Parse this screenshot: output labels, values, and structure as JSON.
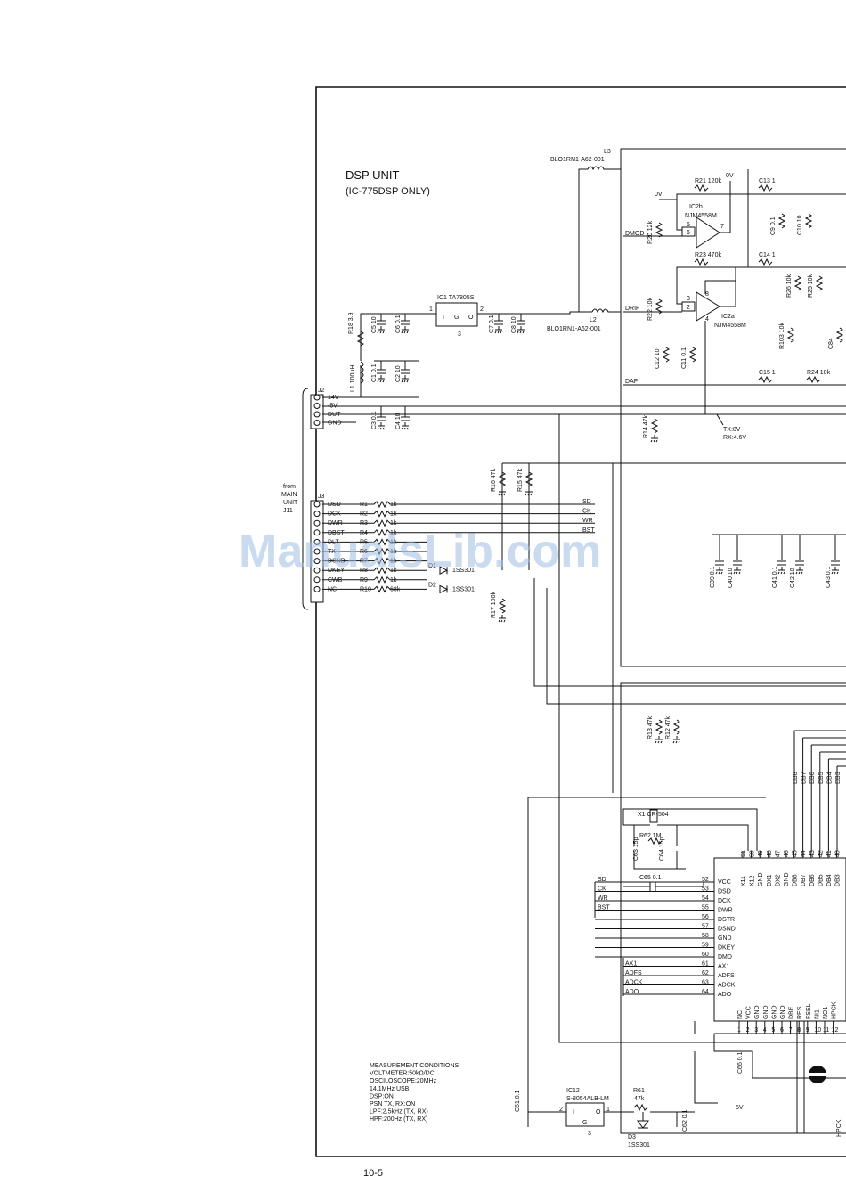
{
  "title": "DSP UNIT",
  "subtitle": "(IC-775DSP ONLY)",
  "page_number": "10-5",
  "watermark": "ManualsLib.com",
  "source_note": [
    "from",
    "MAIN",
    "UNIT",
    "J11"
  ],
  "connectors": {
    "j2": {
      "name": "J2",
      "pins": [
        "14V",
        "-5V",
        "DUT",
        "GND"
      ]
    },
    "j3": {
      "name": "J3",
      "pins": [
        "DSD",
        "DCK",
        "DWR",
        "DBST",
        "DLT",
        "TX",
        "DSND",
        "DKEY",
        "CWB",
        "NC"
      ]
    }
  },
  "resistors_j3": [
    {
      "ref": "R1",
      "val": "1k"
    },
    {
      "ref": "R2",
      "val": "1k"
    },
    {
      "ref": "R3",
      "val": "1k"
    },
    {
      "ref": "R4",
      "val": "1k"
    },
    {
      "ref": "R5",
      "val": "1k"
    },
    {
      "ref": "R6",
      "val": "1k"
    },
    {
      "ref": "R7",
      "val": "1k"
    },
    {
      "ref": "R8",
      "val": "1k"
    },
    {
      "ref": "R9",
      "val": "1k"
    },
    {
      "ref": "R10",
      "val": "68k"
    }
  ],
  "bus_labels_right": [
    "SD",
    "CK",
    "WR",
    "BST"
  ],
  "diodes": [
    {
      "ref": "D1",
      "val": "1SS301"
    },
    {
      "ref": "D2",
      "val": "1SS301"
    },
    {
      "ref": "D3",
      "val": "1SS301"
    }
  ],
  "ic1": {
    "ref": "IC1",
    "part": "TA7805S",
    "pins": [
      "1",
      "2",
      "3"
    ],
    "inner": "I G O"
  },
  "ic2b": {
    "ref": "IC2b",
    "part": "NJM4558M",
    "pins": [
      "5",
      "6",
      "7"
    ]
  },
  "ic2a": {
    "ref": "IC2a",
    "part": "NJM4558M",
    "pins": [
      "3",
      "2",
      "1",
      "8",
      "4"
    ]
  },
  "ic12": {
    "ref": "IC12",
    "part": "S-8054ALB-LM",
    "inner": "I O",
    "g": "G"
  },
  "inductors": [
    {
      "ref": "L3",
      "val": "BLO1RN1-A62-001"
    },
    {
      "ref": "L2",
      "val": "BLO1RN1-A62-001"
    },
    {
      "ref": "L1",
      "val": "100μH"
    }
  ],
  "power_parts": [
    {
      "ref": "R18",
      "val": "3.9"
    },
    {
      "ref": "C5",
      "val": "10"
    },
    {
      "ref": "C6",
      "val": "0.1"
    },
    {
      "ref": "C7",
      "val": "0.1"
    },
    {
      "ref": "C8",
      "val": "10"
    },
    {
      "ref": "C1",
      "val": "0.1"
    },
    {
      "ref": "C2",
      "val": "10"
    },
    {
      "ref": "C3",
      "val": "0.1"
    },
    {
      "ref": "C4",
      "val": "10"
    }
  ],
  "audio_parts": [
    {
      "ref": "R21",
      "val": "120k"
    },
    {
      "ref": "R20",
      "val": "12k"
    },
    {
      "ref": "R23",
      "val": "470k"
    },
    {
      "ref": "R22",
      "val": "10k"
    },
    {
      "ref": "R24",
      "val": "10k"
    },
    {
      "ref": "R26",
      "val": "10k"
    },
    {
      "ref": "R25",
      "val": "10k"
    },
    {
      "ref": "R103",
      "val": "10k"
    },
    {
      "ref": "C13",
      "val": "1"
    },
    {
      "ref": "C14",
      "val": "1"
    },
    {
      "ref": "C15",
      "val": "1"
    },
    {
      "ref": "C9",
      "val": "0.1"
    },
    {
      "ref": "C10",
      "val": "10"
    },
    {
      "ref": "C12",
      "val": "10"
    },
    {
      "ref": "C11",
      "val": "0.1"
    },
    {
      "ref": "C84",
      "val": ""
    }
  ],
  "net_labels": [
    "DMOD",
    "DRIF",
    "DAF",
    "0V",
    "0V"
  ],
  "txrx_note": [
    "TX:0V",
    "RX:4.6V"
  ],
  "pullups": [
    {
      "ref": "R14",
      "val": "47k"
    },
    {
      "ref": "R16",
      "val": "47k"
    },
    {
      "ref": "R15",
      "val": "47k"
    },
    {
      "ref": "R17",
      "val": "100k"
    },
    {
      "ref": "R13",
      "val": "47k"
    },
    {
      "ref": "R12",
      "val": "47k"
    }
  ],
  "decoupling": [
    {
      "ref": "C39",
      "val": "0.1"
    },
    {
      "ref": "C40",
      "val": "10"
    },
    {
      "ref": "C41",
      "val": "0.1"
    },
    {
      "ref": "C42",
      "val": "10"
    },
    {
      "ref": "C43",
      "val": "0.1"
    }
  ],
  "crystal": {
    "ref": "X1",
    "part": "CR-504",
    "r": "R62 1M",
    "c63": "C63 15p",
    "c64": "C64 15p",
    "c65": "C65 0.1"
  },
  "dsp_left_pins": [
    {
      "num": "52",
      "name": "VCC"
    },
    {
      "num": "53",
      "name": "DSD"
    },
    {
      "num": "54",
      "name": "DCK"
    },
    {
      "num": "55",
      "name": "DWR"
    },
    {
      "num": "56",
      "name": "DSTR"
    },
    {
      "num": "57",
      "name": "DSND"
    },
    {
      "num": "58",
      "name": "GND"
    },
    {
      "num": "59",
      "name": "DKEY"
    },
    {
      "num": "60",
      "name": "DMD"
    },
    {
      "num": "61",
      "name": "AX1"
    },
    {
      "num": "62",
      "name": "ADFS"
    },
    {
      "num": "63",
      "name": "ADCK"
    },
    {
      "num": "64",
      "name": "ADO"
    }
  ],
  "dsp_left_nets": [
    "SD",
    "CK",
    "WR",
    "BST",
    "",
    "",
    "",
    "",
    "",
    "AX1",
    "ADFS",
    "ADCK",
    "ADO"
  ],
  "dsp_top_pins": [
    {
      "num": "51",
      "name": "X11"
    },
    {
      "num": "50",
      "name": "X12"
    },
    {
      "num": "49",
      "name": "GND"
    },
    {
      "num": "48",
      "name": "DX1"
    },
    {
      "num": "47",
      "name": "DX2"
    },
    {
      "num": "46",
      "name": "GND"
    },
    {
      "num": "45",
      "name": "DB8"
    },
    {
      "num": "44",
      "name": "DB7"
    },
    {
      "num": "43",
      "name": "DB6"
    },
    {
      "num": "42",
      "name": "DB5"
    },
    {
      "num": "41",
      "name": "DB4"
    },
    {
      "num": "40",
      "name": "DB3"
    }
  ],
  "dsp_bus_top": [
    "DB8",
    "DB7",
    "DB6",
    "DB5",
    "DB4",
    "DB3"
  ],
  "dsp_bottom_pins": [
    {
      "num": "1",
      "name": "NC"
    },
    {
      "num": "2",
      "name": "VCC"
    },
    {
      "num": "3",
      "name": "GND"
    },
    {
      "num": "4",
      "name": "GND"
    },
    {
      "num": "5",
      "name": "GND"
    },
    {
      "num": "6",
      "name": "GND"
    },
    {
      "num": "7",
      "name": "DBE"
    },
    {
      "num": "8",
      "name": "RES"
    },
    {
      "num": "9",
      "name": "FSEL"
    },
    {
      "num": "10",
      "name": "NI1"
    },
    {
      "num": "11",
      "name": "NO1"
    },
    {
      "num": "12",
      "name": "HPCK"
    }
  ],
  "misc_parts": [
    {
      "ref": "C66",
      "val": "0.1"
    },
    {
      "ref": "R61",
      "val": "47k"
    },
    {
      "ref": "C61",
      "val": "0.1"
    },
    {
      "ref": "C62",
      "val": "0.1"
    }
  ],
  "supply_5v": "5V",
  "hpck_label": "HPCK",
  "measurement": [
    "MEASUREMENT CONDITIONS",
    "VOLTMETER:50kΩ/DC",
    "OSCILOSCOPE:20MHz",
    "14.1MHz USB",
    "DSP:ON",
    "PSN TX, RX:ON",
    "LPF:2.5kHz (TX, RX)",
    "HPF:200Hz (TX, RX)"
  ]
}
